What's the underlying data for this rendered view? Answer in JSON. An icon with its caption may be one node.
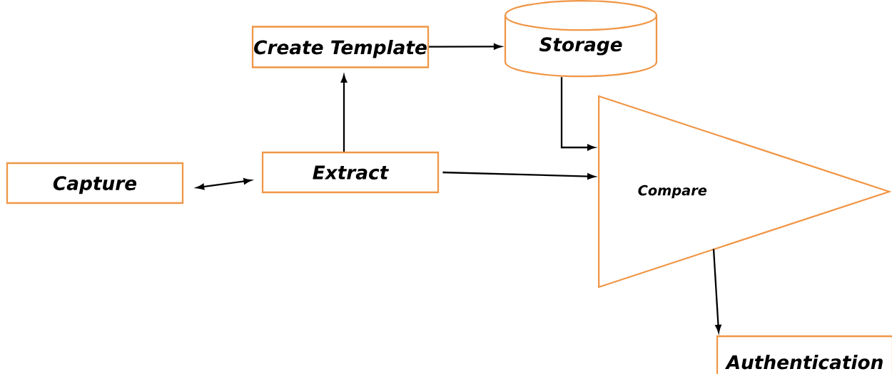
{
  "diagram": {
    "nodes": [
      {
        "text": [
          "Capture"
        ]
      },
      {
        "text": [
          "Extract"
        ]
      },
      {
        "text": [
          "Create Template"
        ]
      },
      {
        "text": [
          "Storage"
        ]
      },
      {
        "text": [
          "Compare"
        ]
      },
      {
        "text": [
          "Authentication"
        ]
      }
    ],
    "edges": [
      {
        "from": 0,
        "to": 1,
        "arrow": "both"
      },
      {
        "from": 1,
        "to": 2,
        "arrow": "to"
      },
      {
        "from": 2,
        "to": 3,
        "arrow": "to"
      },
      {
        "from": 3,
        "to": 4,
        "arrow": "to"
      },
      {
        "from": 1,
        "to": 4,
        "arrow": "to"
      },
      {
        "from": 4,
        "to": 5,
        "arrow": "to"
      }
    ]
  }
}
